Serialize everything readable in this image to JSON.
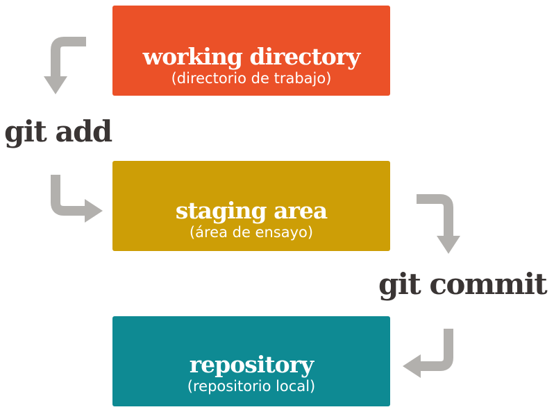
{
  "colors": {
    "working_directory": "#eb5128",
    "staging_area": "#cd9e06",
    "repository": "#0e8a93",
    "command_text": "#3a3534",
    "arrow": "#b2b0ad"
  },
  "boxes": {
    "working_directory": {
      "title": "working directory",
      "subtitle": "(directorio de trabajo)"
    },
    "staging_area": {
      "title": "staging area",
      "subtitle": "(área de ensayo)"
    },
    "repository": {
      "title": "repository",
      "subtitle": "(repositorio local)"
    }
  },
  "commands": {
    "add": "git add",
    "commit": "git commit"
  },
  "icons": [
    "arrow-down-icon",
    "arrow-right-icon",
    "arrow-down-icon",
    "arrow-left-icon"
  ]
}
